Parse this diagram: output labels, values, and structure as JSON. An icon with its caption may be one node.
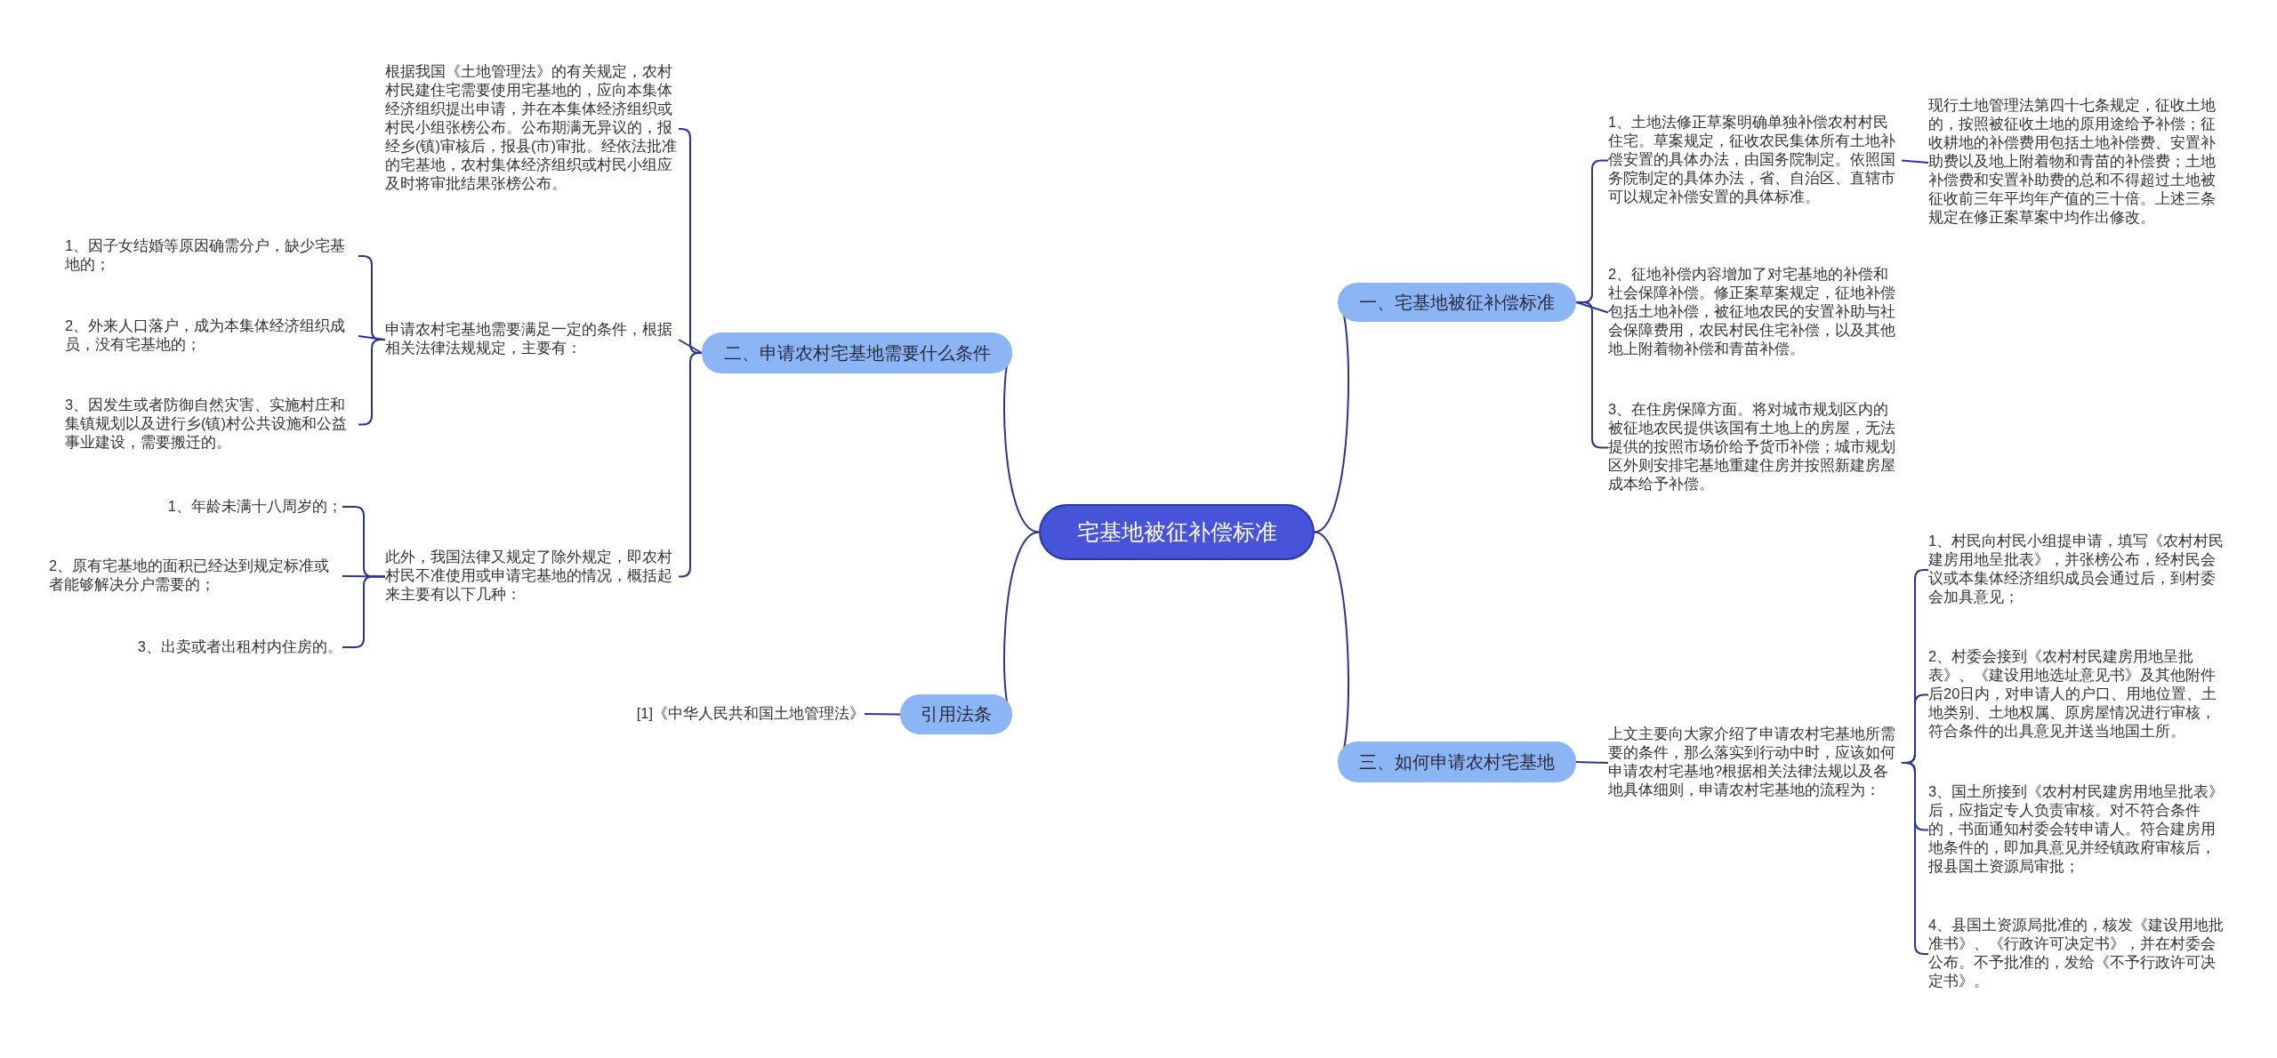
{
  "diagram": {
    "nodes": [
      {
        "text": [
          "宅基地被征补偿标准"
        ]
      },
      {
        "text": [
          "一、宅基地被征补偿标准"
        ]
      },
      {
        "text": [
          "1、土地法修正草案明确单独补偿农村村民住宅。草案规定，征收农民集体所有土地补偿安置的具体办法，由国务院制定。依照国务院制定的具体办法，省、自治区、直辖市可以规定补偿安置的具体标准。"
        ]
      },
      {
        "text": [
          "现行土地管理法第四十七条规定，征收土地的，按照被征收土地的原用途给予补偿；征收耕地的补偿费用包括土地补偿费、安置补助费以及地上附着物和青苗的补偿费；土地补偿费和安置补助费的总和不得超过土地被征收前三年平均年产值的三十倍。上述三条规定在修正案草案中均作出修改。"
        ]
      },
      {
        "text": [
          "2、征地补偿内容增加了对宅基地的补偿和社会保障补偿。修正案草案规定，征地补偿包括土地补偿，被征地农民的安置补助与社会保障费用，农民村民住宅补偿，以及其他地上附着物补偿和青苗补偿。"
        ]
      },
      {
        "text": [
          "3、在住房保障方面。将对城市规划区内的被征地农民提供该国有土地上的房屋，无法提供的按照市场价给予货币补偿；城市规划区外则安排宅基地重建住房并按照新建房屋成本给予补偿。"
        ]
      },
      {
        "text": [
          "二、申请农村宅基地需要什么条件"
        ]
      },
      {
        "text": [
          "根据我国《土地管理法》的有关规定，农村村民建住宅需要使用宅基地的，应向本集体经济组织提出申请，并在本集体经济组织或村民小组张榜公布。公布期满无异议的，报经乡(镇)审核后，报县(市)审批。经依法批准的宅基地，农村集体经济组织或村民小组应及时将审批结果张榜公布。"
        ]
      },
      {
        "text": [
          "申请农村宅基地需要满足一定的条件，根据相关法律法规规定，主要有："
        ]
      },
      {
        "text": [
          "1、因子女结婚等原因确需分户，缺少宅基地的；"
        ]
      },
      {
        "text": [
          "2、外来人口落户，成为本集体经济组织成员，没有宅基地的；"
        ]
      },
      {
        "text": [
          "3、因发生或者防御自然灾害、实施村庄和集镇规划以及进行乡(镇)村公共设施和公益事业建设，需要搬迁的。"
        ]
      },
      {
        "text": [
          "此外，我国法律又规定了除外规定，即农村村民不准使用或申请宅基地的情况，概括起来主要有以下几种："
        ]
      },
      {
        "text": [
          "1、年龄未满十八周岁的；"
        ]
      },
      {
        "text": [
          "2、原有宅基地的面积已经达到规定标准或者能够解决分户需要的；"
        ]
      },
      {
        "text": [
          "3、出卖或者出租村内住房的。"
        ]
      },
      {
        "text": [
          "引用法条"
        ]
      },
      {
        "text": [
          "[1]《中华人民共和国土地管理法》"
        ]
      },
      {
        "text": [
          "三、如何申请农村宅基地"
        ]
      },
      {
        "text": [
          "上文主要向大家介绍了申请农村宅基地所需要的条件，那么落实到行动中时，应该如何申请农村宅基地?根据相关法律法规以及各地具体细则，申请农村宅基地的流程为："
        ]
      },
      {
        "text": [
          "1、村民向村民小组提申请，填写《农村村民建房用地呈批表》，并张榜公布，经村民会议或本集体经济组织成员会通过后，到村委会加具意见；"
        ]
      },
      {
        "text": [
          "2、村委会接到《农村村民建房用地呈批表》、《建设用地选址意见书》及其他附件后20日内，对申请人的户口、用地位置、土地类别、土地权属、原房屋情况进行审核，符合条件的出具意见并送当地国土所。"
        ]
      },
      {
        "text": [
          "3、国土所接到《农村村民建房用地呈批表》后，应指定专人负责审核。对不符合条件的，书面通知村委会转申请人。符合建房用地条件的，即加具意见并经镇政府审核后，报县国土资源局审批；"
        ]
      },
      {
        "text": [
          "4、县国土资源局批准的，核发《建设用地批准书》、《行政许可决定书》，并在村委会公布。不予批准的，发给《不予行政许可决定书》。"
        ]
      }
    ],
    "edges": [
      {
        "from": 0,
        "to": 1,
        "arrow": "none"
      },
      {
        "from": 1,
        "to": 2,
        "arrow": "none"
      },
      {
        "from": 2,
        "to": 3,
        "arrow": "none"
      },
      {
        "from": 1,
        "to": 4,
        "arrow": "none"
      },
      {
        "from": 1,
        "to": 5,
        "arrow": "none"
      },
      {
        "from": 0,
        "to": 6,
        "arrow": "none"
      },
      {
        "from": 6,
        "to": 7,
        "arrow": "none"
      },
      {
        "from": 6,
        "to": 8,
        "arrow": "none"
      },
      {
        "from": 8,
        "to": 9,
        "arrow": "none"
      },
      {
        "from": 8,
        "to": 10,
        "arrow": "none"
      },
      {
        "from": 8,
        "to": 11,
        "arrow": "none"
      },
      {
        "from": 6,
        "to": 12,
        "arrow": "none"
      },
      {
        "from": 12,
        "to": 13,
        "arrow": "none"
      },
      {
        "from": 12,
        "to": 14,
        "arrow": "none"
      },
      {
        "from": 12,
        "to": 15,
        "arrow": "none"
      },
      {
        "from": 0,
        "to": 16,
        "arrow": "none"
      },
      {
        "from": 16,
        "to": 17,
        "arrow": "none"
      },
      {
        "from": 0,
        "to": 18,
        "arrow": "none"
      },
      {
        "from": 18,
        "to": 19,
        "arrow": "none"
      },
      {
        "from": 19,
        "to": 20,
        "arrow": "none"
      },
      {
        "from": 19,
        "to": 21,
        "arrow": "none"
      },
      {
        "from": 19,
        "to": 22,
        "arrow": "none"
      },
      {
        "from": 19,
        "to": 23,
        "arrow": "none"
      }
    ]
  }
}
